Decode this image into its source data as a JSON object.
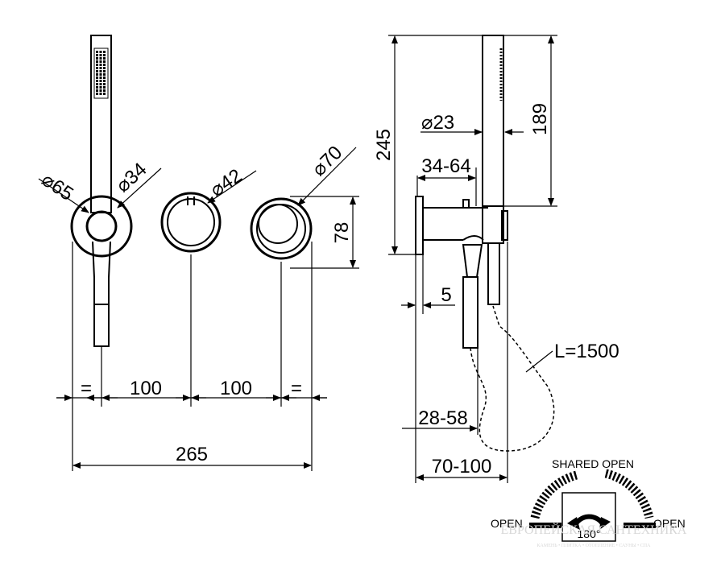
{
  "front_view": {
    "dia_65": "⌀65",
    "dia_34": "⌀34",
    "dia_42": "⌀42",
    "dia_70": "⌀70",
    "height_78": "78",
    "eq_left": "=",
    "spacing_1": "100",
    "spacing_2": "100",
    "eq_right": "=",
    "overall_width": "265"
  },
  "side_view": {
    "height_245": "245",
    "height_189": "189",
    "dia_23": "⌀23",
    "depth_34_64": "34-64",
    "offset_5": "5",
    "hose_length": "L=1500",
    "depth_28_58": "28-58",
    "depth_70_100": "70-100"
  },
  "rotation_diagram": {
    "shared_open": "SHARED OPEN",
    "open_left": "OPEN",
    "open_right": "OPEN",
    "angle": "180°"
  },
  "watermark": {
    "main": "ЕВРОПЕЙСКАЯ САНТЕХНИКА",
    "sub": "КАМЕНЬ • ПЛИТКА • ОТОПЛЕНИЕ • САУНЫ • СПА"
  }
}
